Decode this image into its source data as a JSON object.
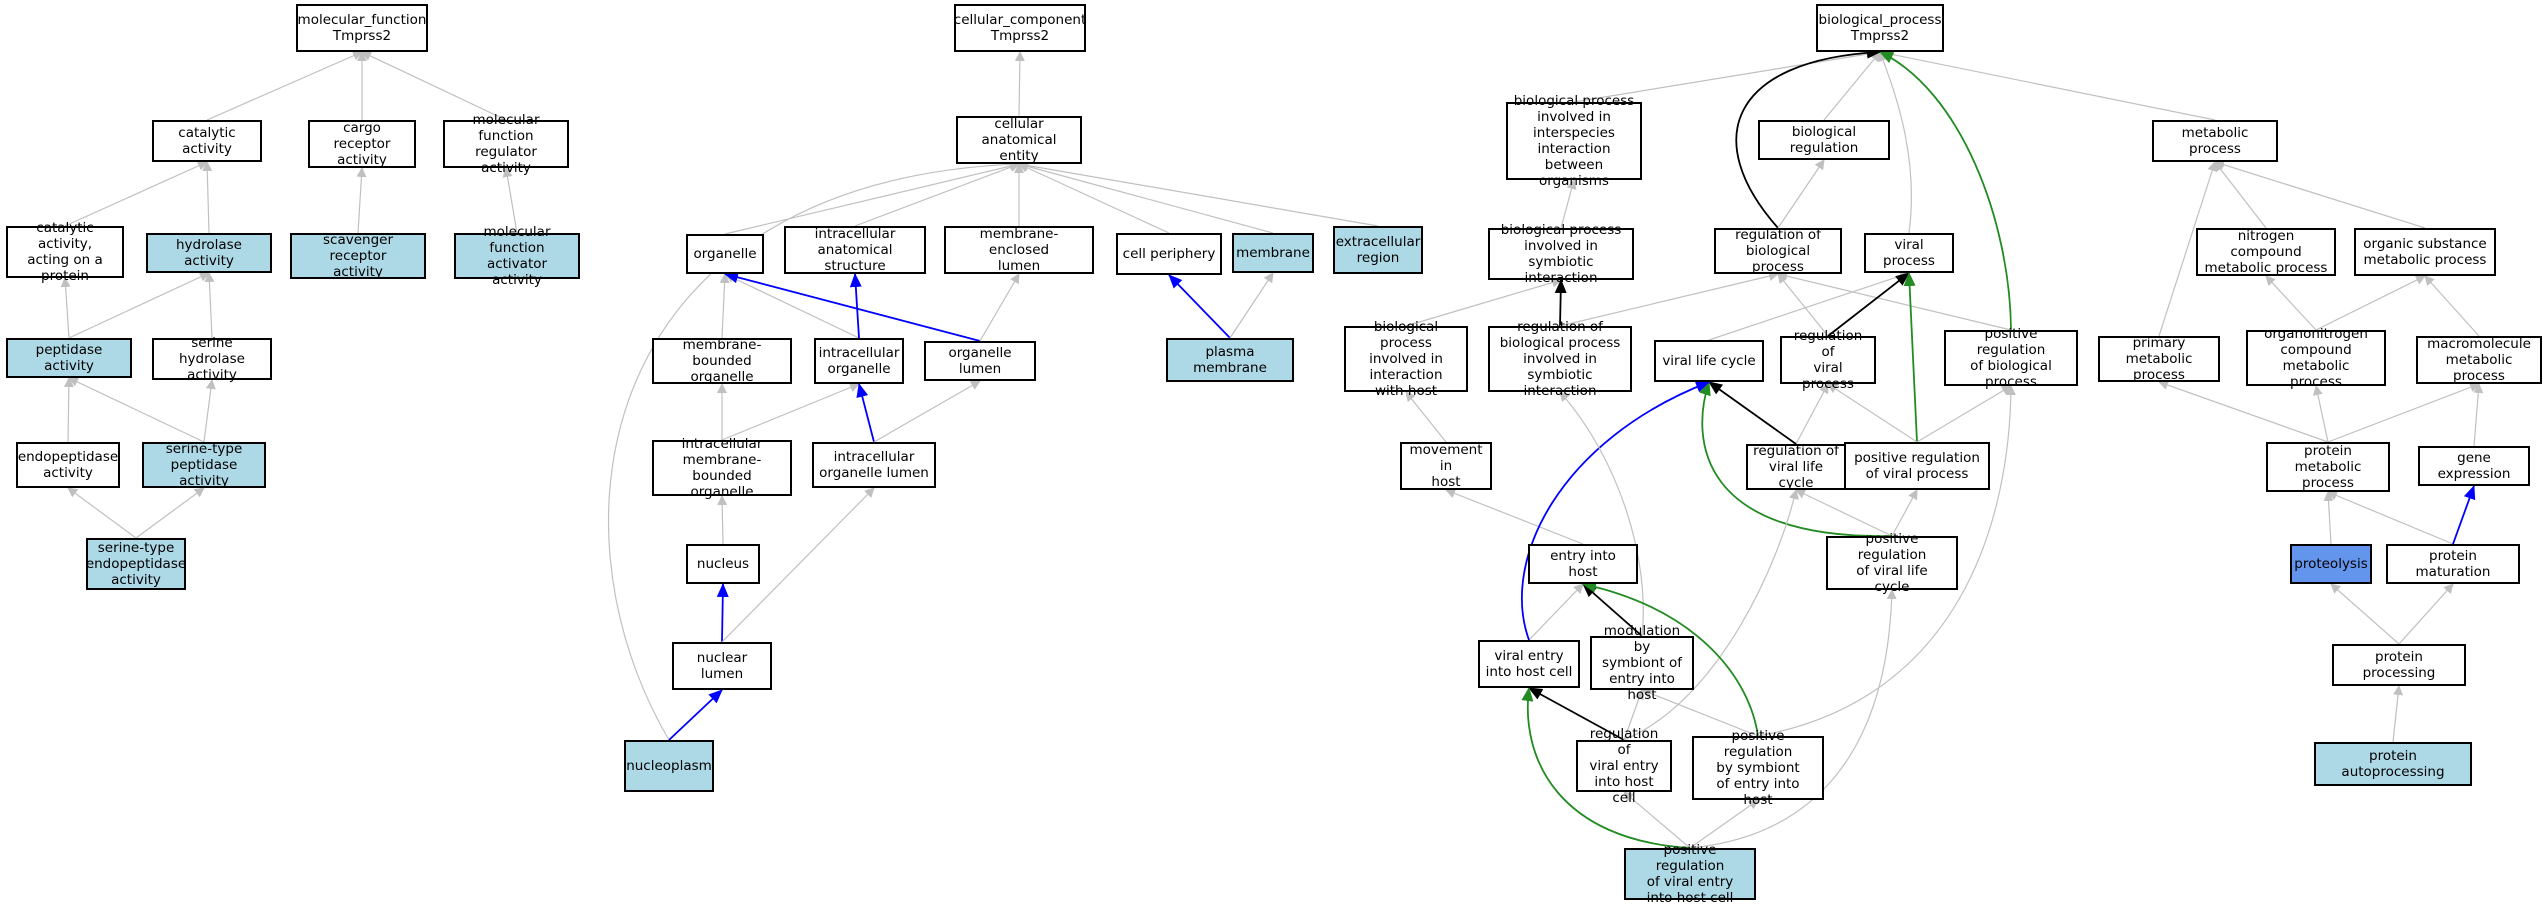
{
  "colors": {
    "normal_fill": "#ffffff",
    "highlight_fill": "#add8e6",
    "selected_fill": "#6495ed",
    "border": "#000000",
    "edge_grey": "#c0c0c0",
    "edge_black": "#000000",
    "edge_blue": "#0000ff",
    "edge_green": "#228b22"
  },
  "nodes": [
    {
      "id": "mf_root",
      "label": "molecular_function\nTmprss2",
      "style": "normal"
    },
    {
      "id": "catalytic",
      "label": "catalytic activity",
      "style": "normal"
    },
    {
      "id": "cargo_receptor",
      "label": "cargo receptor\nactivity",
      "style": "normal"
    },
    {
      "id": "mf_regulator",
      "label": "molecular function\nregulator activity",
      "style": "normal"
    },
    {
      "id": "cat_protein",
      "label": "catalytic activity,\nacting on a\nprotein",
      "style": "normal"
    },
    {
      "id": "hydrolase",
      "label": "hydrolase activity",
      "style": "highlight"
    },
    {
      "id": "scavenger",
      "label": "scavenger receptor\nactivity",
      "style": "highlight"
    },
    {
      "id": "mf_activator",
      "label": "molecular function\nactivator activity",
      "style": "highlight"
    },
    {
      "id": "peptidase",
      "label": "peptidase activity",
      "style": "highlight"
    },
    {
      "id": "serine_hydrolase",
      "label": "serine hydrolase\nactivity",
      "style": "normal"
    },
    {
      "id": "endopeptidase",
      "label": "endopeptidase\nactivity",
      "style": "normal"
    },
    {
      "id": "serine_peptidase",
      "label": "serine-type\npeptidase activity",
      "style": "highlight"
    },
    {
      "id": "serine_endopeptidase",
      "label": "serine-type\nendopeptidase\nactivity",
      "style": "highlight"
    },
    {
      "id": "cc_root",
      "label": "cellular_component\nTmprss2",
      "style": "normal"
    },
    {
      "id": "cell_anat",
      "label": "cellular anatomical\nentity",
      "style": "normal"
    },
    {
      "id": "organelle",
      "label": "organelle",
      "style": "normal"
    },
    {
      "id": "intra_anat",
      "label": "intracellular\nanatomical structure",
      "style": "normal"
    },
    {
      "id": "mem_enclosed",
      "label": "membrane-enclosed\nlumen",
      "style": "normal"
    },
    {
      "id": "cell_periphery",
      "label": "cell periphery",
      "style": "normal"
    },
    {
      "id": "membrane",
      "label": "membrane",
      "style": "highlight"
    },
    {
      "id": "extracellular",
      "label": "extracellular\nregion",
      "style": "highlight"
    },
    {
      "id": "mem_bounded",
      "label": "membrane-bounded\norganelle",
      "style": "normal"
    },
    {
      "id": "intra_organelle",
      "label": "intracellular\norganelle",
      "style": "normal"
    },
    {
      "id": "organelle_lumen",
      "label": "organelle lumen",
      "style": "normal"
    },
    {
      "id": "plasma_membrane",
      "label": "plasma membrane",
      "style": "highlight"
    },
    {
      "id": "intra_mem_bounded",
      "label": "intracellular\nmembrane-bounded\norganelle",
      "style": "normal"
    },
    {
      "id": "intra_org_lumen",
      "label": "intracellular\norganelle lumen",
      "style": "normal"
    },
    {
      "id": "nucleus",
      "label": "nucleus",
      "style": "normal"
    },
    {
      "id": "nuclear_lumen",
      "label": "nuclear lumen",
      "style": "normal"
    },
    {
      "id": "nucleoplasm",
      "label": "nucleoplasm",
      "style": "highlight"
    },
    {
      "id": "bp_root",
      "label": "biological_process\nTmprss2",
      "style": "normal"
    },
    {
      "id": "bp_interspecies",
      "label": "biological process\ninvolved in\ninterspecies\ninteraction\nbetween organisms",
      "style": "normal"
    },
    {
      "id": "bio_regulation",
      "label": "biological regulation",
      "style": "normal"
    },
    {
      "id": "metabolic",
      "label": "metabolic process",
      "style": "normal"
    },
    {
      "id": "bp_symbiotic",
      "label": "biological process\ninvolved in\nsymbiotic interaction",
      "style": "normal"
    },
    {
      "id": "reg_bp",
      "label": "regulation of\nbiological process",
      "style": "normal"
    },
    {
      "id": "viral_process",
      "label": "viral process",
      "style": "normal"
    },
    {
      "id": "nitrogen_compound",
      "label": "nitrogen compound\nmetabolic process",
      "style": "normal"
    },
    {
      "id": "organic_substance",
      "label": "organic substance\nmetabolic process",
      "style": "normal"
    },
    {
      "id": "bp_interaction_host",
      "label": "biological process\ninvolved in\ninteraction\nwith host",
      "style": "normal"
    },
    {
      "id": "reg_bp_symbiotic",
      "label": "regulation of\nbiological process\ninvolved in\nsymbiotic interaction",
      "style": "normal"
    },
    {
      "id": "viral_life_cycle",
      "label": "viral life cycle",
      "style": "normal"
    },
    {
      "id": "reg_viral_process",
      "label": "regulation of\nviral process",
      "style": "normal"
    },
    {
      "id": "pos_reg_bp",
      "label": "positive regulation\nof biological\nprocess",
      "style": "normal"
    },
    {
      "id": "primary_metabolic",
      "label": "primary metabolic\nprocess",
      "style": "normal"
    },
    {
      "id": "organonitrogen",
      "label": "organonitrogen\ncompound metabolic\nprocess",
      "style": "normal"
    },
    {
      "id": "macromolecule",
      "label": "macromolecule\nmetabolic process",
      "style": "normal"
    },
    {
      "id": "movement_host",
      "label": "movement in\nhost",
      "style": "normal"
    },
    {
      "id": "reg_viral_life",
      "label": "regulation of\nviral life cycle",
      "style": "normal"
    },
    {
      "id": "pos_reg_viral_process",
      "label": "positive regulation\nof viral process",
      "style": "normal"
    },
    {
      "id": "protein_metabolic",
      "label": "protein metabolic\nprocess",
      "style": "normal"
    },
    {
      "id": "gene_expression",
      "label": "gene expression",
      "style": "normal"
    },
    {
      "id": "entry_host",
      "label": "entry into host",
      "style": "normal"
    },
    {
      "id": "pos_reg_viral_life",
      "label": "positive regulation\nof viral life\ncycle",
      "style": "normal"
    },
    {
      "id": "proteolysis",
      "label": "proteolysis",
      "style": "selected"
    },
    {
      "id": "protein_maturation",
      "label": "protein maturation",
      "style": "normal"
    },
    {
      "id": "viral_entry",
      "label": "viral entry\ninto host cell",
      "style": "normal"
    },
    {
      "id": "modulation_symbiont",
      "label": "modulation by\nsymbiont of\nentry into host",
      "style": "normal"
    },
    {
      "id": "protein_processing",
      "label": "protein processing",
      "style": "normal"
    },
    {
      "id": "reg_viral_entry",
      "label": "regulation of\nviral entry\ninto host cell",
      "style": "normal"
    },
    {
      "id": "pos_reg_symbiont",
      "label": "positive regulation\nby symbiont\nof entry into\nhost",
      "style": "normal"
    },
    {
      "id": "protein_autoprocessing",
      "label": "protein autoprocessing",
      "style": "highlight"
    },
    {
      "id": "pos_reg_viral_entry",
      "label": "positive regulation\nof viral entry\ninto host cell",
      "style": "highlight"
    }
  ],
  "edges": [
    [
      "catalytic",
      "mf_root",
      "grey"
    ],
    [
      "cargo_receptor",
      "mf_root",
      "grey"
    ],
    [
      "mf_regulator",
      "mf_root",
      "grey"
    ],
    [
      "cat_protein",
      "catalytic",
      "grey"
    ],
    [
      "hydrolase",
      "catalytic",
      "grey"
    ],
    [
      "scavenger",
      "cargo_receptor",
      "grey"
    ],
    [
      "mf_activator",
      "mf_regulator",
      "grey"
    ],
    [
      "peptidase",
      "cat_protein",
      "grey"
    ],
    [
      "peptidase",
      "hydrolase",
      "grey"
    ],
    [
      "serine_hydrolase",
      "hydrolase",
      "grey"
    ],
    [
      "endopeptidase",
      "peptidase",
      "grey"
    ],
    [
      "serine_peptidase",
      "peptidase",
      "grey"
    ],
    [
      "serine_peptidase",
      "serine_hydrolase",
      "grey"
    ],
    [
      "serine_endopeptidase",
      "endopeptidase",
      "grey"
    ],
    [
      "serine_endopeptidase",
      "serine_peptidase",
      "grey"
    ],
    [
      "cell_anat",
      "cc_root",
      "grey"
    ],
    [
      "organelle",
      "cell_anat",
      "grey"
    ],
    [
      "intra_anat",
      "cell_anat",
      "grey"
    ],
    [
      "mem_enclosed",
      "cell_anat",
      "grey"
    ],
    [
      "cell_periphery",
      "cell_anat",
      "grey"
    ],
    [
      "membrane",
      "cell_anat",
      "grey"
    ],
    [
      "extracellular",
      "cell_anat",
      "grey"
    ],
    [
      "nucleoplasm",
      "cell_anat",
      "grey"
    ],
    [
      "mem_bounded",
      "organelle",
      "grey"
    ],
    [
      "intra_organelle",
      "organelle",
      "grey"
    ],
    [
      "intra_organelle",
      "intra_anat",
      "blue"
    ],
    [
      "organelle_lumen",
      "organelle",
      "blue"
    ],
    [
      "organelle_lumen",
      "mem_enclosed",
      "grey"
    ],
    [
      "plasma_membrane",
      "cell_periphery",
      "blue"
    ],
    [
      "plasma_membrane",
      "membrane",
      "grey"
    ],
    [
      "intra_mem_bounded",
      "mem_bounded",
      "grey"
    ],
    [
      "intra_mem_bounded",
      "intra_organelle",
      "grey"
    ],
    [
      "intra_org_lumen",
      "intra_organelle",
      "blue"
    ],
    [
      "intra_org_lumen",
      "organelle_lumen",
      "grey"
    ],
    [
      "nucleus",
      "intra_mem_bounded",
      "grey"
    ],
    [
      "nuclear_lumen",
      "nucleus",
      "blue"
    ],
    [
      "nuclear_lumen",
      "intra_org_lumen",
      "grey"
    ],
    [
      "nucleoplasm",
      "nuclear_lumen",
      "blue"
    ],
    [
      "bp_interspecies",
      "bp_root",
      "grey"
    ],
    [
      "bio_regulation",
      "bp_root",
      "grey"
    ],
    [
      "metabolic",
      "bp_root",
      "grey"
    ],
    [
      "viral_process",
      "bp_root",
      "grey"
    ],
    [
      "reg_bp",
      "bp_root",
      "black"
    ],
    [
      "pos_reg_bp",
      "bp_root",
      "green"
    ],
    [
      "bp_symbiotic",
      "bp_interspecies",
      "grey"
    ],
    [
      "reg_bp",
      "bio_regulation",
      "grey"
    ],
    [
      "nitrogen_compound",
      "metabolic",
      "grey"
    ],
    [
      "organic_substance",
      "metabolic",
      "grey"
    ],
    [
      "primary_metabolic",
      "metabolic",
      "grey"
    ],
    [
      "bp_interaction_host",
      "bp_symbiotic",
      "grey"
    ],
    [
      "reg_bp_symbiotic",
      "bp_symbiotic",
      "black"
    ],
    [
      "reg_bp_symbiotic",
      "reg_bp",
      "grey"
    ],
    [
      "reg_viral_process",
      "reg_bp",
      "grey"
    ],
    [
      "pos_reg_bp",
      "reg_bp",
      "grey"
    ],
    [
      "viral_life_cycle",
      "viral_process",
      "grey"
    ],
    [
      "reg_viral_process",
      "viral_process",
      "black"
    ],
    [
      "pos_reg_viral_process",
      "viral_process",
      "green"
    ],
    [
      "organonitrogen",
      "nitrogen_compound",
      "grey"
    ],
    [
      "organonitrogen",
      "organic_substance",
      "grey"
    ],
    [
      "macromolecule",
      "organic_substance",
      "grey"
    ],
    [
      "movement_host",
      "bp_interaction_host",
      "grey"
    ],
    [
      "reg_viral_life",
      "reg_viral_process",
      "grey"
    ],
    [
      "reg_viral_life",
      "viral_life_cycle",
      "black"
    ],
    [
      "pos_reg_viral_process",
      "reg_viral_process",
      "grey"
    ],
    [
      "pos_reg_viral_process",
      "pos_reg_bp",
      "grey"
    ],
    [
      "protein_metabolic",
      "primary_metabolic",
      "grey"
    ],
    [
      "protein_metabolic",
      "organonitrogen",
      "grey"
    ],
    [
      "protein_metabolic",
      "macromolecule",
      "grey"
    ],
    [
      "gene_expression",
      "macromolecule",
      "grey"
    ],
    [
      "entry_host",
      "movement_host",
      "grey"
    ],
    [
      "pos_reg_viral_life",
      "reg_viral_life",
      "grey"
    ],
    [
      "pos_reg_viral_life",
      "pos_reg_viral_process",
      "grey"
    ],
    [
      "pos_reg_viral_life",
      "viral_life_cycle",
      "green"
    ],
    [
      "proteolysis",
      "protein_metabolic",
      "grey"
    ],
    [
      "protein_maturation",
      "protein_metabolic",
      "grey"
    ],
    [
      "protein_maturation",
      "gene_expression",
      "blue"
    ],
    [
      "viral_entry",
      "entry_host",
      "grey"
    ],
    [
      "viral_entry",
      "viral_life_cycle",
      "blue"
    ],
    [
      "modulation_symbiont",
      "entry_host",
      "black"
    ],
    [
      "modulation_symbiont",
      "reg_bp_symbiotic",
      "grey"
    ],
    [
      "protein_processing",
      "proteolysis",
      "grey"
    ],
    [
      "protein_processing",
      "protein_maturation",
      "grey"
    ],
    [
      "reg_viral_entry",
      "viral_entry",
      "black"
    ],
    [
      "reg_viral_entry",
      "modulation_symbiont",
      "grey"
    ],
    [
      "reg_viral_entry",
      "reg_viral_life",
      "grey"
    ],
    [
      "pos_reg_symbiont",
      "modulation_symbiont",
      "grey"
    ],
    [
      "pos_reg_symbiont",
      "entry_host",
      "green"
    ],
    [
      "pos_reg_symbiont",
      "pos_reg_bp",
      "grey"
    ],
    [
      "protein_autoprocessing",
      "protein_processing",
      "grey"
    ],
    [
      "pos_reg_viral_entry",
      "reg_viral_entry",
      "grey"
    ],
    [
      "pos_reg_viral_entry",
      "pos_reg_symbiont",
      "grey"
    ],
    [
      "pos_reg_viral_entry",
      "pos_reg_viral_life",
      "grey"
    ],
    [
      "pos_reg_viral_entry",
      "viral_entry",
      "green"
    ]
  ]
}
